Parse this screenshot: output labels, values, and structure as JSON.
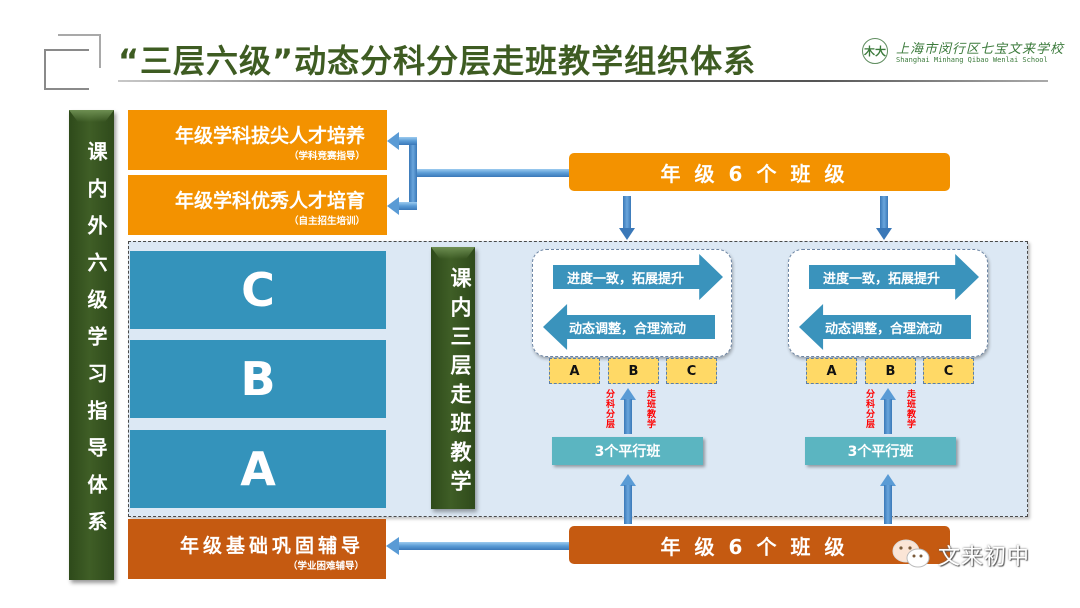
{
  "header": {
    "title": "“三层六级”动态分科分层走班教学组织体系",
    "logo": {
      "emblem": "木大",
      "school_cn": "上海市闵行区七宝文来学校",
      "school_en": "Shanghai Minhang Qibao Wenlai School"
    }
  },
  "left_bar": {
    "label": "课内外六级学习指导体系"
  },
  "top_boxes": [
    {
      "title": "年级学科拔尖人才培养",
      "subtitle": "（学科竞赛指导）"
    },
    {
      "title": "年级学科优秀人才培育",
      "subtitle": "（自主招生培训）"
    }
  ],
  "levels": [
    "C",
    "B",
    "A"
  ],
  "inner_bar": {
    "label": "课内三层走班教学"
  },
  "grade_boxes": {
    "top": "年级6个班级",
    "bottom": "年级6个班级"
  },
  "bottom_box": {
    "title": "年级基础巩固辅导",
    "subtitle": "（学业困难辅导）"
  },
  "groups": [
    {
      "flow_right": "进度一致，拓展提升",
      "flow_left": "动态调整，合理流动",
      "tiles": [
        "A",
        "B",
        "C"
      ],
      "note_left": "分科分层",
      "note_right": "走班教学",
      "parallel": "3个平行班"
    },
    {
      "flow_right": "进度一致，拓展提升",
      "flow_left": "动态调整，合理流动",
      "tiles": [
        "A",
        "B",
        "C"
      ],
      "note_left": "分科分层",
      "note_right": "走班教学",
      "parallel": "3个平行班"
    }
  ],
  "watermark": {
    "icon": "wechat-icon",
    "text": "文来初中"
  },
  "colors": {
    "title_green": "#3e5c22",
    "bar_green": "#3f5e26",
    "orange": "#f39200",
    "dark_orange": "#c55a11",
    "level_blue": "#3493bb",
    "zone_bg": "#dce8f4",
    "tile_yellow": "#ffd966",
    "parallel_teal": "#5bb5c1",
    "note_red": "#ff0000"
  }
}
